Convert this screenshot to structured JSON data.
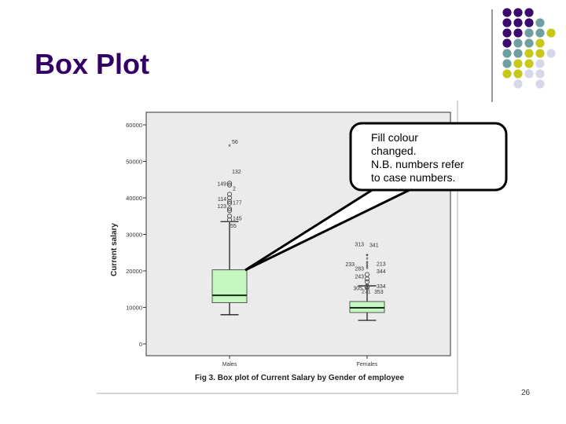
{
  "slide": {
    "title": "Box Plot",
    "page_number": "26",
    "title_color": "#330066"
  },
  "decoration": {
    "dot_colors": {
      "P": "#3b0a6e",
      "T": "#6f9fa0",
      "Y": "#c8c81a",
      "L": "#d6d8ea"
    },
    "dot_grid": [
      [
        "P",
        "P",
        "P",
        "",
        ""
      ],
      [
        "P",
        "P",
        "P",
        "T",
        ""
      ],
      [
        "P",
        "P",
        "T",
        "T",
        "Y"
      ],
      [
        "P",
        "T",
        "T",
        "Y",
        ""
      ],
      [
        "T",
        "T",
        "Y",
        "Y",
        "L"
      ],
      [
        "T",
        "Y",
        "Y",
        "L",
        ""
      ],
      [
        "Y",
        "Y",
        "L",
        "L",
        ""
      ],
      [
        "",
        "L",
        "",
        "L",
        ""
      ]
    ]
  },
  "callout": {
    "lines": [
      "Fill colour",
      "changed.",
      "N.B. numbers refer",
      "to case numbers."
    ]
  },
  "chart_data": {
    "type": "box",
    "title": "Fig 3. Box plot of Current Salary by Gender of employee",
    "xlabel": "",
    "ylabel": "Current salary",
    "ylim": [
      0,
      60000
    ],
    "yticks": [
      0,
      10000,
      20000,
      30000,
      40000,
      50000,
      60000
    ],
    "categories": [
      "Males",
      "Females"
    ],
    "box_fill": "#c4f8c0",
    "plot_bg": "#ebebeb",
    "series": [
      {
        "name": "Males",
        "whisker_low": 8000,
        "q1": 11300,
        "median": 13300,
        "q3": 20300,
        "whisker_high": 33500,
        "outliers": [
          {
            "case": "55",
            "value": 34000,
            "type": "circle"
          },
          {
            "case": "145",
            "value": 35000,
            "type": "circle"
          },
          {
            "case": "",
            "value": 36500,
            "type": "circle"
          },
          {
            "case": "",
            "value": 37000,
            "type": "circle"
          },
          {
            "case": "123",
            "value": 38500,
            "type": "circle"
          },
          {
            "case": "177",
            "value": 39000,
            "type": "circle"
          },
          {
            "case": "114",
            "value": 40000,
            "type": "circle"
          },
          {
            "case": "",
            "value": 41000,
            "type": "circle"
          },
          {
            "case": "2",
            "value": 43500,
            "type": "circle"
          },
          {
            "case": "149",
            "value": 44000,
            "type": "circle"
          },
          {
            "case": "132",
            "value": 46000,
            "type": "label"
          },
          {
            "case": "56",
            "value": 54000,
            "type": "star"
          }
        ]
      },
      {
        "name": "Females",
        "whisker_low": 6450,
        "q1": 8600,
        "median": 9900,
        "q3": 11600,
        "whisker_high": 15900,
        "outliers": [
          {
            "case": "305",
            "value": 15800,
            "type": "circle"
          },
          {
            "case": "271",
            "value": 15600,
            "type": "circle"
          },
          {
            "case": "353",
            "value": 15500,
            "type": "circle"
          },
          {
            "case": "334",
            "value": 17000,
            "type": "circle"
          },
          {
            "case": "",
            "value": 17800,
            "type": "circle"
          },
          {
            "case": "243",
            "value": 19000,
            "type": "circle"
          },
          {
            "case": "344",
            "value": 20400,
            "type": "star"
          },
          {
            "case": "283",
            "value": 21000,
            "type": "star"
          },
          {
            "case": "233",
            "value": 21500,
            "type": "star"
          },
          {
            "case": "213",
            "value": 22000,
            "type": "star"
          },
          {
            "case": "",
            "value": 23000,
            "type": "star"
          },
          {
            "case": "313",
            "value": 24000,
            "type": "star"
          },
          {
            "case": "341",
            "value": 24000,
            "type": "star"
          }
        ]
      }
    ]
  }
}
